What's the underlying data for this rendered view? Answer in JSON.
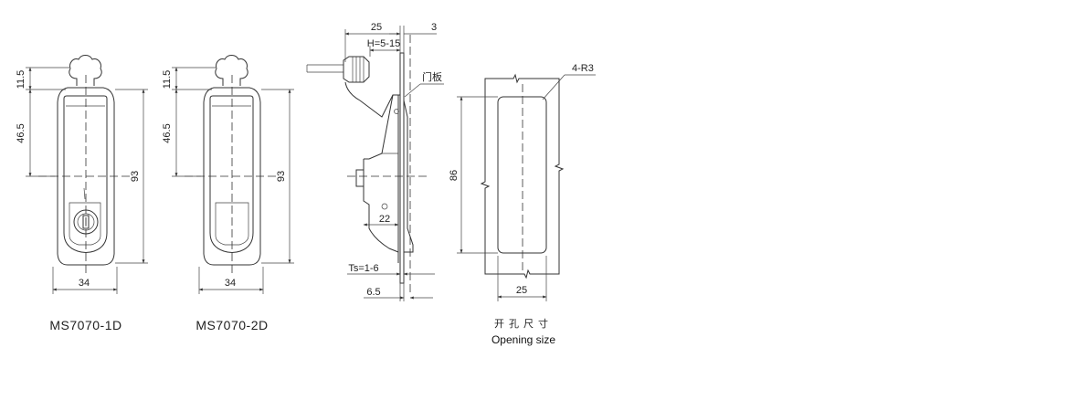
{
  "views": {
    "front_1d": {
      "model": "MS7070-1D",
      "dim_knob": "11.5",
      "dim_center": "46.5",
      "dim_height": "93",
      "dim_width": "34"
    },
    "front_2d": {
      "model": "MS7070-2D",
      "dim_knob": "11.5",
      "dim_center": "46.5",
      "dim_height": "93",
      "dim_width": "34"
    },
    "side": {
      "dim_depth": "25",
      "dim_plate": "3",
      "dim_h": "H=5-15",
      "door_panel": "门板",
      "dim_22": "22",
      "dim_ts": "Ts=1-6",
      "dim_65": "6.5"
    },
    "opening": {
      "dim_radius": "4-R3",
      "dim_height": "86",
      "dim_width": "25",
      "caption_cn": "开孔尺寸",
      "caption_en": "Opening size"
    }
  }
}
